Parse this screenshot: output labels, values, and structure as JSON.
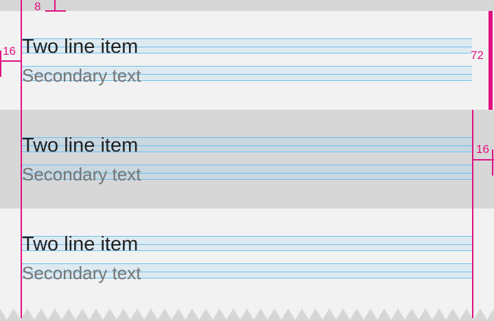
{
  "items": [
    {
      "primary": "Two line item",
      "secondary": "Secondary text"
    },
    {
      "primary": "Two line item",
      "secondary": "Secondary text"
    },
    {
      "primary": "Two line item",
      "secondary": "Secondary text"
    }
  ],
  "measurements": {
    "top_padding": "8",
    "left_margin": "16",
    "row_height": "72",
    "right_margin": "16"
  },
  "colors": {
    "accent": "#e0107f",
    "keyline": "#6cc0ea",
    "row_light": "#f2f2f2",
    "row_dark": "#d7d7d7",
    "primary_text": "#212121",
    "secondary_text": "#757575"
  }
}
